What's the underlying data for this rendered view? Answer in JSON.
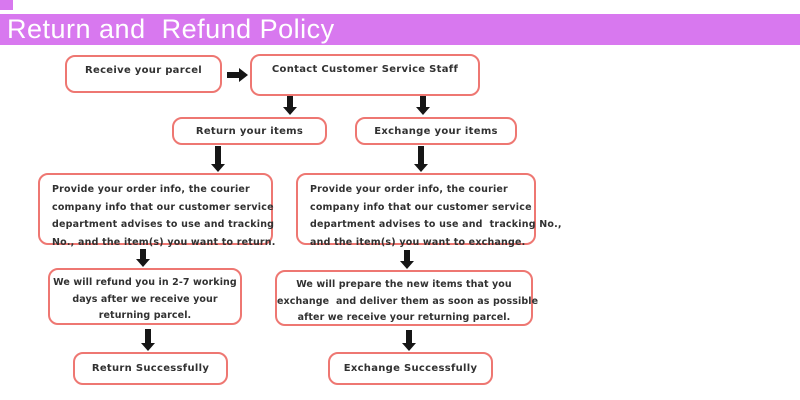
{
  "header": {
    "title": "Return and  Refund Policy"
  },
  "colors": {
    "header_bg": "#d878ef",
    "box_border": "#ee7772",
    "arrow": "#161616",
    "text": "#313131"
  },
  "flowchart": {
    "nodes": {
      "receive": "Receive your parcel",
      "contact": "Contact Customer Service Staff",
      "return_items": "Return your items",
      "exchange_items": "Exchange your items",
      "return_info": "Provide your order info, the courier\ncompany info that our customer service\ndepartment advises to use and tracking\nNo., and the item(s) you want to return.",
      "exchange_info": "Provide your order info, the courier\ncompany info that our customer service\ndepartment advises to use and  tracking No.,\nand the item(s) you want to exchange.",
      "refund": "We will refund you in 2-7 working\ndays after we receive your\nreturning parcel.",
      "prepare": "We will prepare the new items that you\nexchange  and deliver them as soon as possible\nafter we receive your returning parcel.",
      "return_success": "Return Successfully",
      "exchange_success": "Exchange Successfully"
    }
  }
}
